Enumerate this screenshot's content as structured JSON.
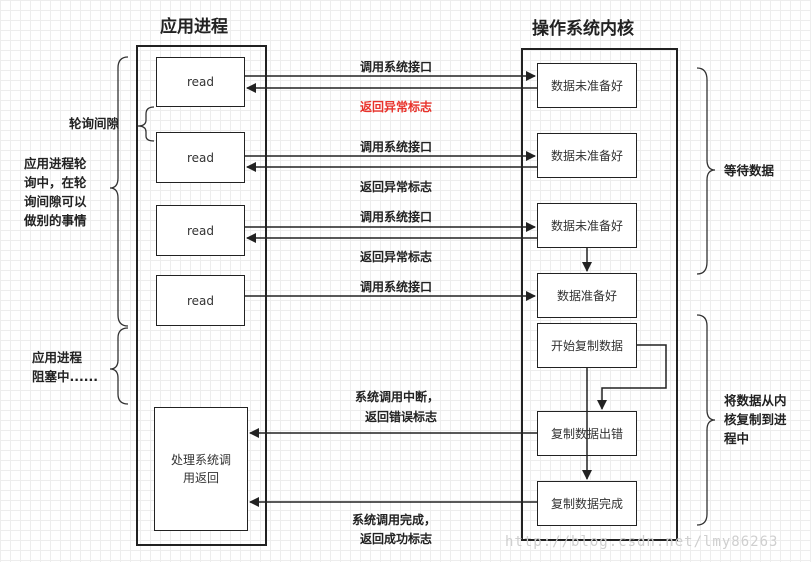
{
  "titles": {
    "app_process": "应用进程",
    "kernel": "操作系统内核"
  },
  "app_boxes": [
    "read",
    "read",
    "read",
    "read",
    "处理系统调用返回"
  ],
  "kernel_boxes": [
    "数据未准备好",
    "数据未准备好",
    "数据未准备好",
    "数据准备好",
    "开始复制数据",
    "复制数据出错",
    "复制数据完成"
  ],
  "arrow_labels": {
    "syscall_1": "调用系统接口",
    "error_1": "返回异常标志",
    "syscall_2": "调用系统接口",
    "error_2": "返回异常标志",
    "syscall_3": "调用系统接口",
    "error_3": "返回异常标志",
    "syscall_4": "调用系统接口",
    "interrupt_line1": "系统调用中断，",
    "interrupt_line2": "返回错误标志",
    "complete_line1": "系统调用完成，",
    "complete_line2": "返回成功标志"
  },
  "left_notes": {
    "poll_interval": "轮询间隙",
    "polling_line1": "应用进程轮",
    "polling_line2": "询中，在轮",
    "polling_line3": "询间隙可以",
    "polling_line4": "做别的事情",
    "blocked_line1": "应用进程",
    "blocked_line2": "阻塞中......"
  },
  "right_notes": {
    "wait_data": "等待数据",
    "copy_line1": "将数据从内",
    "copy_line2": "核复制到进",
    "copy_line3": "程中"
  },
  "watermark": "http://blog.csdn.net/lmy86263",
  "colors": {
    "highlight": "#e8322b",
    "stroke": "#222222",
    "grid": "#ededed"
  }
}
